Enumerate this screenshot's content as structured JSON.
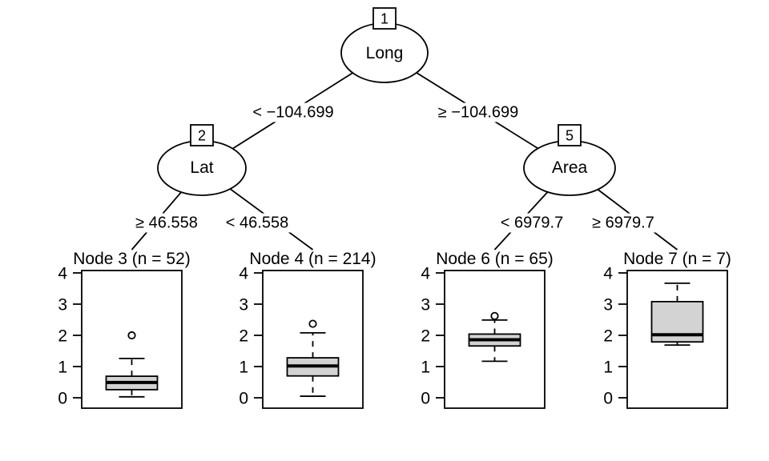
{
  "chart_data": {
    "type": "regression-tree-boxplots",
    "tree": {
      "nodes": [
        {
          "id": "1",
          "label": "Long"
        },
        {
          "id": "2",
          "label": "Lat"
        },
        {
          "id": "5",
          "label": "Area"
        }
      ],
      "edges": [
        {
          "from": "1",
          "to": "2",
          "label": "< −104.699"
        },
        {
          "from": "1",
          "to": "5",
          "label": "≥ −104.699"
        },
        {
          "from": "2",
          "to": "3",
          "label": "≥ 46.558"
        },
        {
          "from": "2",
          "to": "4",
          "label": "< 46.558"
        },
        {
          "from": "5",
          "to": "6",
          "label": "< 6979.7"
        },
        {
          "from": "5",
          "to": "7",
          "label": "≥ 6979.7"
        }
      ]
    },
    "ylim": [
      0,
      4
    ],
    "yticks": [
      0,
      1,
      2,
      3,
      4
    ],
    "grid": false,
    "terminal_panels": [
      {
        "type": "boxplot",
        "title": "Node 3 (n = 52)",
        "n": 52,
        "whisker_low": 0.03,
        "q1": 0.26,
        "median": 0.49,
        "q3": 0.69,
        "whisker_high": 1.26,
        "outliers": [
          2.0
        ]
      },
      {
        "type": "boxplot",
        "title": "Node 4 (n = 214)",
        "n": 214,
        "whisker_low": 0.05,
        "q1": 0.7,
        "median": 1.02,
        "q3": 1.28,
        "whisker_high": 2.08,
        "outliers": [
          2.37
        ]
      },
      {
        "type": "boxplot",
        "title": "Node 6 (n = 65)",
        "n": 65,
        "whisker_low": 1.17,
        "q1": 1.66,
        "median": 1.86,
        "q3": 2.04,
        "whisker_high": 2.49,
        "outliers": [
          2.62
        ]
      },
      {
        "type": "boxplot",
        "title": "Node 7 (n = 7)",
        "n": 7,
        "whisker_low": 1.69,
        "q1": 1.79,
        "median": 2.02,
        "q3": 3.08,
        "whisker_high": 3.67,
        "outliers": []
      }
    ],
    "colors": {
      "box_fill": "#d3d3d3",
      "stroke": "#000000",
      "background": "#ffffff"
    }
  }
}
